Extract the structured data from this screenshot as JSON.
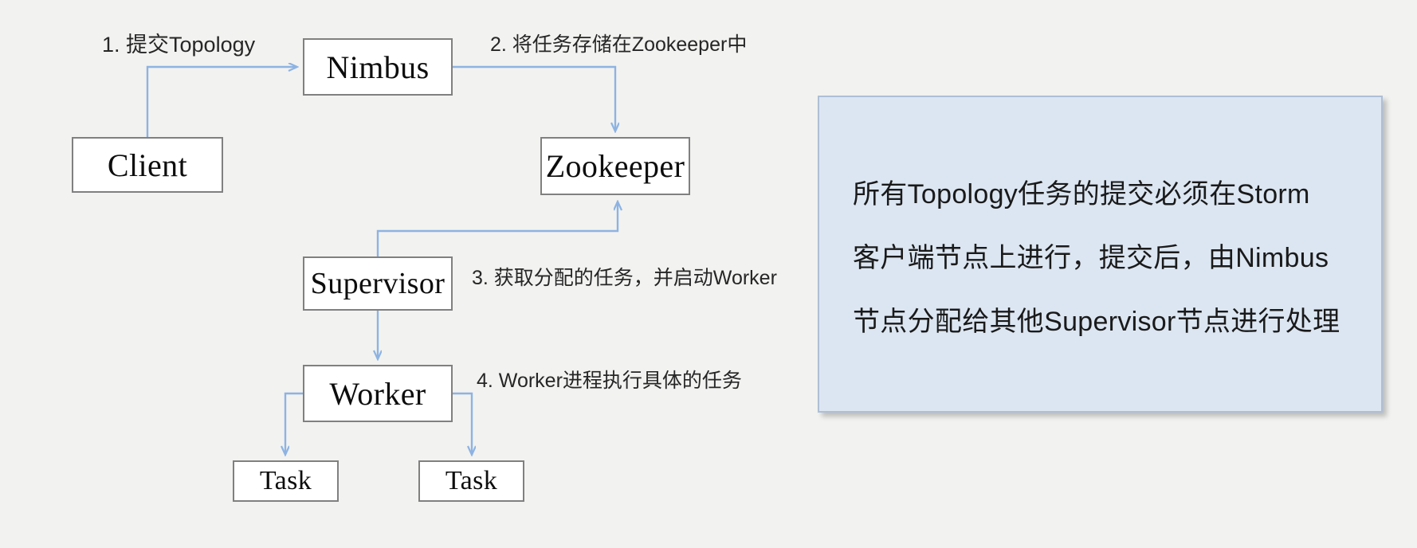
{
  "diagram": {
    "title": "Storm Topology submission flow",
    "canvas_background": "#f2f2f0",
    "nodes": [
      {
        "id": "nimbus",
        "label": "Nimbus"
      },
      {
        "id": "client",
        "label": "Client"
      },
      {
        "id": "zookeeper",
        "label": "Zookeeper"
      },
      {
        "id": "supervisor",
        "label": "Supervisor"
      },
      {
        "id": "worker",
        "label": "Worker"
      },
      {
        "id": "task_left",
        "label": "Task"
      },
      {
        "id": "task_right",
        "label": "Task"
      }
    ],
    "edge_labels": [
      {
        "id": "step1",
        "text": "1. 提交Topology"
      },
      {
        "id": "step2",
        "text": "2. 将任务存储在Zookeeper中"
      },
      {
        "id": "step3",
        "text": "3. 获取分配的任务，并启动Worker"
      },
      {
        "id": "step4",
        "text": "4. Worker进程执行具体的任务"
      }
    ],
    "edges": [
      {
        "from": "client",
        "to": "nimbus",
        "style": "elbow",
        "arrow": true
      },
      {
        "from": "nimbus",
        "to": "zookeeper",
        "style": "elbow",
        "arrow": true
      },
      {
        "from": "supervisor",
        "to": "zookeeper",
        "style": "elbow",
        "arrow": true
      },
      {
        "from": "supervisor",
        "to": "worker",
        "style": "straight",
        "arrow": true
      },
      {
        "from": "worker",
        "to": "task_left",
        "style": "elbow",
        "arrow": true
      },
      {
        "from": "worker",
        "to": "task_right",
        "style": "elbow",
        "arrow": true
      }
    ],
    "colors": {
      "node_border": "#808080",
      "node_fill": "#ffffff",
      "connector": "#8db3e2",
      "callout_fill": "#dce6f2",
      "callout_border": "#aebfd6",
      "text": "#0d0d0d"
    }
  },
  "callout": {
    "lines": [
      "所有Topology任务的提交必须在Storm",
      "客户端节点上进行，提交后，由Nimbus",
      "节点分配给其他Supervisor节点进行处理"
    ]
  }
}
